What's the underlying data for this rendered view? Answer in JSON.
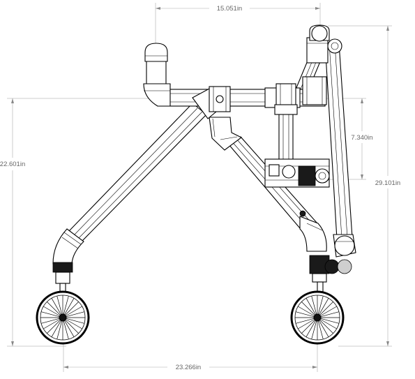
{
  "drawing": {
    "dimensions": {
      "top_width": "15.051in",
      "inner_height": "7.340in",
      "front_height": "22.601in",
      "total_height": "29.101in",
      "wheelbase": "23.266in"
    }
  }
}
